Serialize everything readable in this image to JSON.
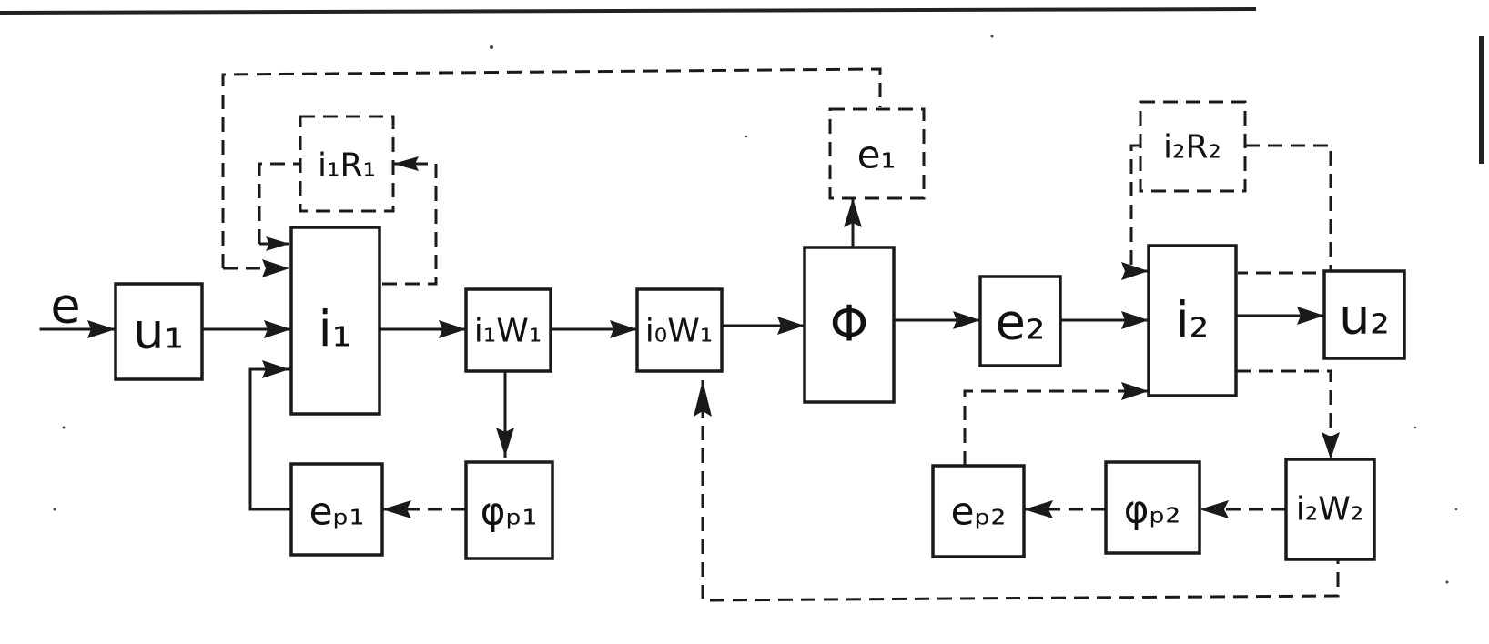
{
  "diagram": {
    "input_label": "e",
    "blocks": {
      "u1": "u₁",
      "i1": "i₁",
      "i1R1": "i₁R₁",
      "i1W1": "i₁W₁",
      "ep1": "eₚ₁",
      "phip1": "φₚ₁",
      "i0W1": "i₀W₁",
      "e1": "e₁",
      "Phi": "Φ",
      "e2": "e₂",
      "i2": "i₂",
      "i2R2": "i₂R₂",
      "u2": "u₂",
      "i2W2": "i₂W₂",
      "phip2": "φₚ₂",
      "ep2": "eₚ₂"
    }
  }
}
